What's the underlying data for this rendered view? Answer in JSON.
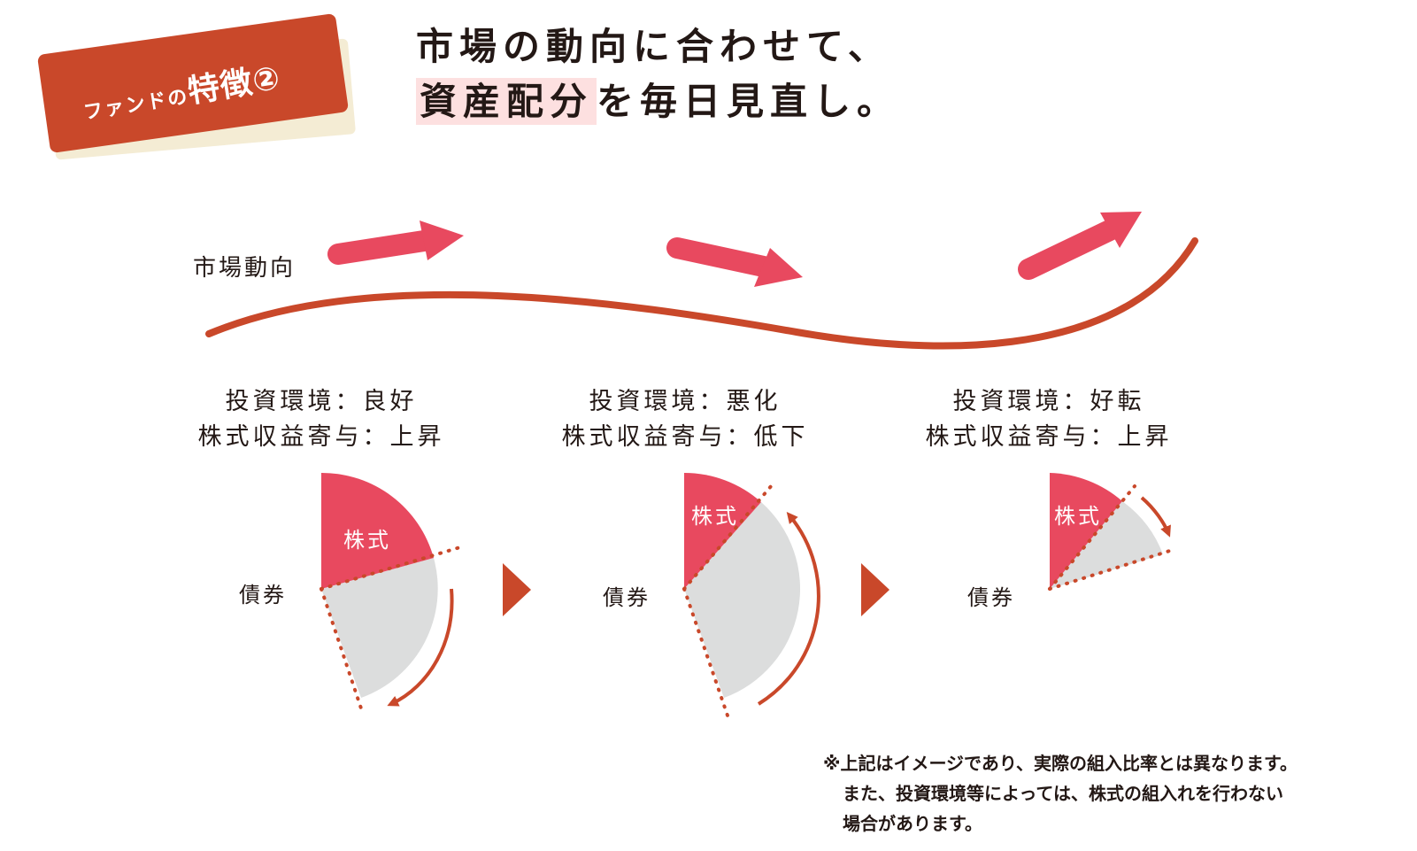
{
  "badge": {
    "prefix": "ファンドの",
    "emphasis": "特徴②"
  },
  "headline": {
    "line1": "市場の動向に合わせて、",
    "line2_highlight": "資産配分",
    "line2_rest": "を毎日見直し。"
  },
  "market": {
    "label": "市場動向",
    "trend": [
      "up",
      "down",
      "up"
    ]
  },
  "stages": [
    {
      "env": "投資環境：良好",
      "contribution": "株式収益寄与：上昇",
      "stock_label": "株式",
      "bond_label": "債券",
      "change": "stocks-increase"
    },
    {
      "env": "投資環境：悪化",
      "contribution": "株式収益寄与：低下",
      "stock_label": "株式",
      "bond_label": "債券",
      "change": "stocks-decrease"
    },
    {
      "env": "投資環境：好転",
      "contribution": "株式収益寄与：上昇",
      "stock_label": "株式",
      "bond_label": "債券",
      "change": "stocks-increase"
    }
  ],
  "footnote": {
    "line1": "※上記はイメージであり、実際の組入比率とは異なります。",
    "line2": "また、投資環境等によっては、株式の組入れを行わない",
    "line3": "場合があります。"
  },
  "colors": {
    "badge": "#c9482a",
    "stock": "#e8495f",
    "bond": "#dcdddd",
    "accent": "#c9482a",
    "highlight": "#fde0e0",
    "text": "#231815"
  }
}
